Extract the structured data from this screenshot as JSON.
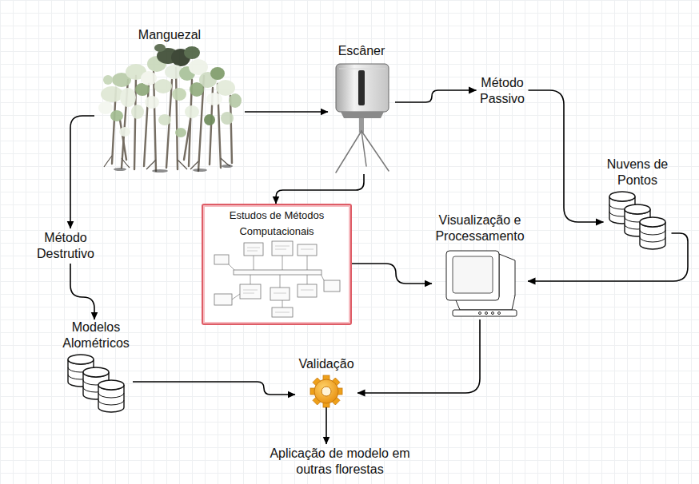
{
  "diagram": {
    "nodes": [
      {
        "text": [
          "Manguezal"
        ]
      },
      {
        "text": [
          "Escâner"
        ]
      },
      {
        "text": [
          "Método Passivo"
        ]
      },
      {
        "text": [
          "Nuvens de Pontos"
        ]
      },
      {
        "text": [
          "Estudos de Métodos Computacionais"
        ]
      },
      {
        "text": [
          "Visualização e Processamento"
        ]
      },
      {
        "text": [
          "Método Destrutivo"
        ]
      },
      {
        "text": [
          "Modelos Alométricos"
        ]
      },
      {
        "text": [
          "Validação"
        ]
      },
      {
        "text": [
          "Aplicação de modelo em outras florestas"
        ]
      }
    ],
    "edges": [
      {
        "from": 0,
        "to": 1,
        "arrow": "to"
      },
      {
        "from": 1,
        "to": 2,
        "arrow": "to"
      },
      {
        "from": 2,
        "to": 3,
        "arrow": "to"
      },
      {
        "from": 3,
        "to": 5,
        "arrow": "to"
      },
      {
        "from": 1,
        "to": 4,
        "arrow": "to"
      },
      {
        "from": 4,
        "to": 5,
        "arrow": "to"
      },
      {
        "from": 0,
        "to": 6,
        "arrow": "to"
      },
      {
        "from": 6,
        "to": 7,
        "arrow": "to"
      },
      {
        "from": 7,
        "to": 8,
        "arrow": "to"
      },
      {
        "from": 5,
        "to": 8,
        "arrow": "to"
      },
      {
        "from": 8,
        "to": 9,
        "arrow": "to"
      }
    ]
  }
}
